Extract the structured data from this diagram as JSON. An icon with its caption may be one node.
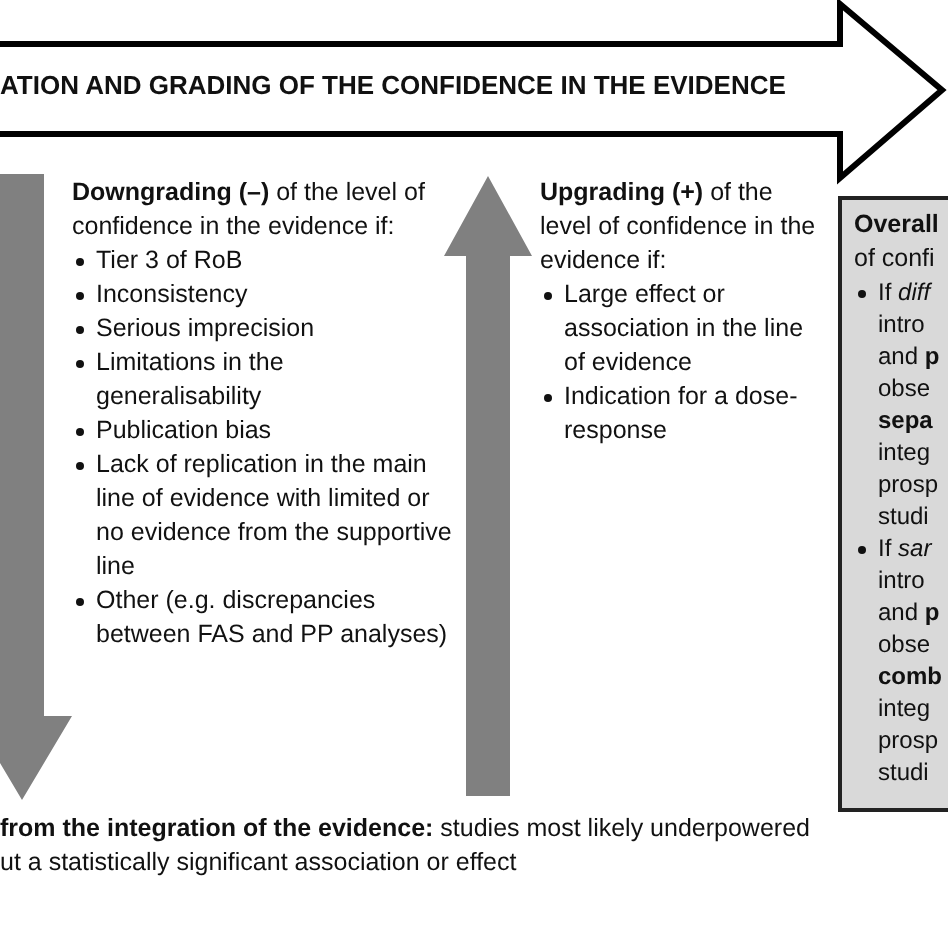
{
  "diagram": {
    "nodes": [
      {
        "text": [
          "ATION AND GRADING OF THE CONFIDENCE IN THE EVIDENCE"
        ]
      },
      {
        "text": [
          "**Overall** of confi",
          "If *diff* intro and **p** obse **sepa** integ prosp studi",
          "If *sar* intro and **p** obse **comb** integ prosp studi"
        ]
      }
    ],
    "labels": [
      "**Downgrading (–)** of the level of confidence in the evidence if:",
      "Tier 3 of RoB",
      "Inconsistency",
      "Serious imprecision",
      "Limitations in the generalisability",
      "Publication bias",
      "Lack of replication in the main line of evidence with limited or no evidence from the supportive line",
      "Other (e.g. discrepancies between FAS and PP analyses)",
      "**Upgrading (+)** of the level of confidence in the evidence if:",
      "Large effect or association in the line of evidence",
      "Indication for a dose-response",
      "**from the integration of the evidence:** studies most likely underpowered ut a statistically significant association or effect"
    ]
  }
}
